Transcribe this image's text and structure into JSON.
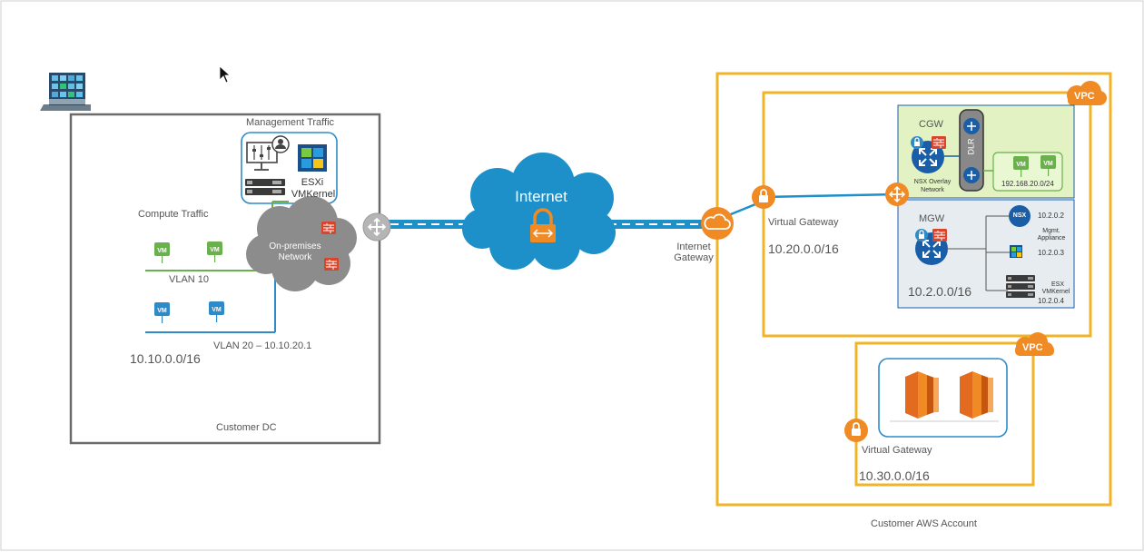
{
  "on_premises": {
    "dc_label": "Customer DC",
    "cidr": "10.10.0.0/16",
    "management_traffic": "Management Traffic",
    "compute_traffic": "Compute Traffic",
    "esxi_line1": "ESXi",
    "esxi_line2": "VMKernel",
    "network_line1": "On-premises",
    "network_line2": "Network",
    "vlan10": "VLAN 10",
    "vlan20": "VLAN 20 – 10.10.20.1",
    "vm_label": "VM"
  },
  "internet": {
    "label": "Internet",
    "gateway_line1": "Internet",
    "gateway_line2": "Gateway"
  },
  "aws": {
    "account_label": "Customer AWS Account",
    "vpc_badge": "VPC",
    "vpc1": {
      "virtual_gateway": "Virtual Gateway",
      "cidr": "10.20.0.0/16",
      "cgw": "CGW",
      "dlr": "DLR",
      "nsx_overlay_line1": "NSX Overlay",
      "nsx_overlay_line2": "Network",
      "subnet": "192.168.20.0/24",
      "mgw": "MGW",
      "mgw_cidr": "10.2.0.0/16",
      "nsx_badge": "NSX",
      "ip_nsx": "10.2.0.2",
      "mgmt_line1": "Mgmt.",
      "mgmt_line2": "Appliance",
      "ip_mgmt": "10.2.0.3",
      "esx_line1": "ESX",
      "esx_line2": "VMKernel",
      "ip_esx": "10.2.0.4"
    },
    "vpc2": {
      "virtual_gateway": "Virtual Gateway",
      "cidr": "10.30.0.0/16"
    }
  },
  "colors": {
    "aws_yellow": "#f0b429",
    "link_blue": "#1d8fc9",
    "orange": "#f08a24",
    "vm_green": "#6ab04c",
    "vm_blue": "#2e8bc8",
    "router_blue": "#1a5ea8",
    "cgw_fill": "#e2f2c2",
    "mgw_fill": "#e6ecef"
  }
}
